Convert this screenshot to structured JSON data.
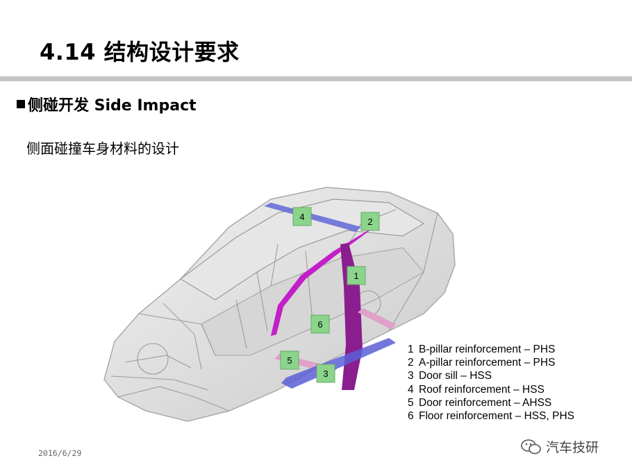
{
  "slide": {
    "title": "4.14 结构设计要求",
    "bullet": "侧碰开发 Side Impact",
    "subtitle": "侧面碰撞车身材料的设计",
    "date": "2016/6/29",
    "watermark": "汽车技研"
  },
  "figure": {
    "callouts": [
      "4",
      "2",
      "1",
      "6",
      "5",
      "3"
    ],
    "legend": [
      {
        "num": "1",
        "text": "B-pillar reinforcement – PHS"
      },
      {
        "num": "2",
        "text": "A-pillar reinforcement – PHS"
      },
      {
        "num": "3",
        "text": "Door sill – HSS"
      },
      {
        "num": "4",
        "text": "Roof reinforcement – HSS"
      },
      {
        "num": "5",
        "text": "Door reinforcement – AHSS"
      },
      {
        "num": "6",
        "text": "Floor reinforcement – HSS, PHS"
      }
    ]
  },
  "colors": {
    "title_rule": "#c4c4c4",
    "phs_magenta": "#c21fc8",
    "hss_blue": "#5a5fd6",
    "ahss_pink": "#e0a0c8",
    "callout_green": "#8bd48b"
  }
}
